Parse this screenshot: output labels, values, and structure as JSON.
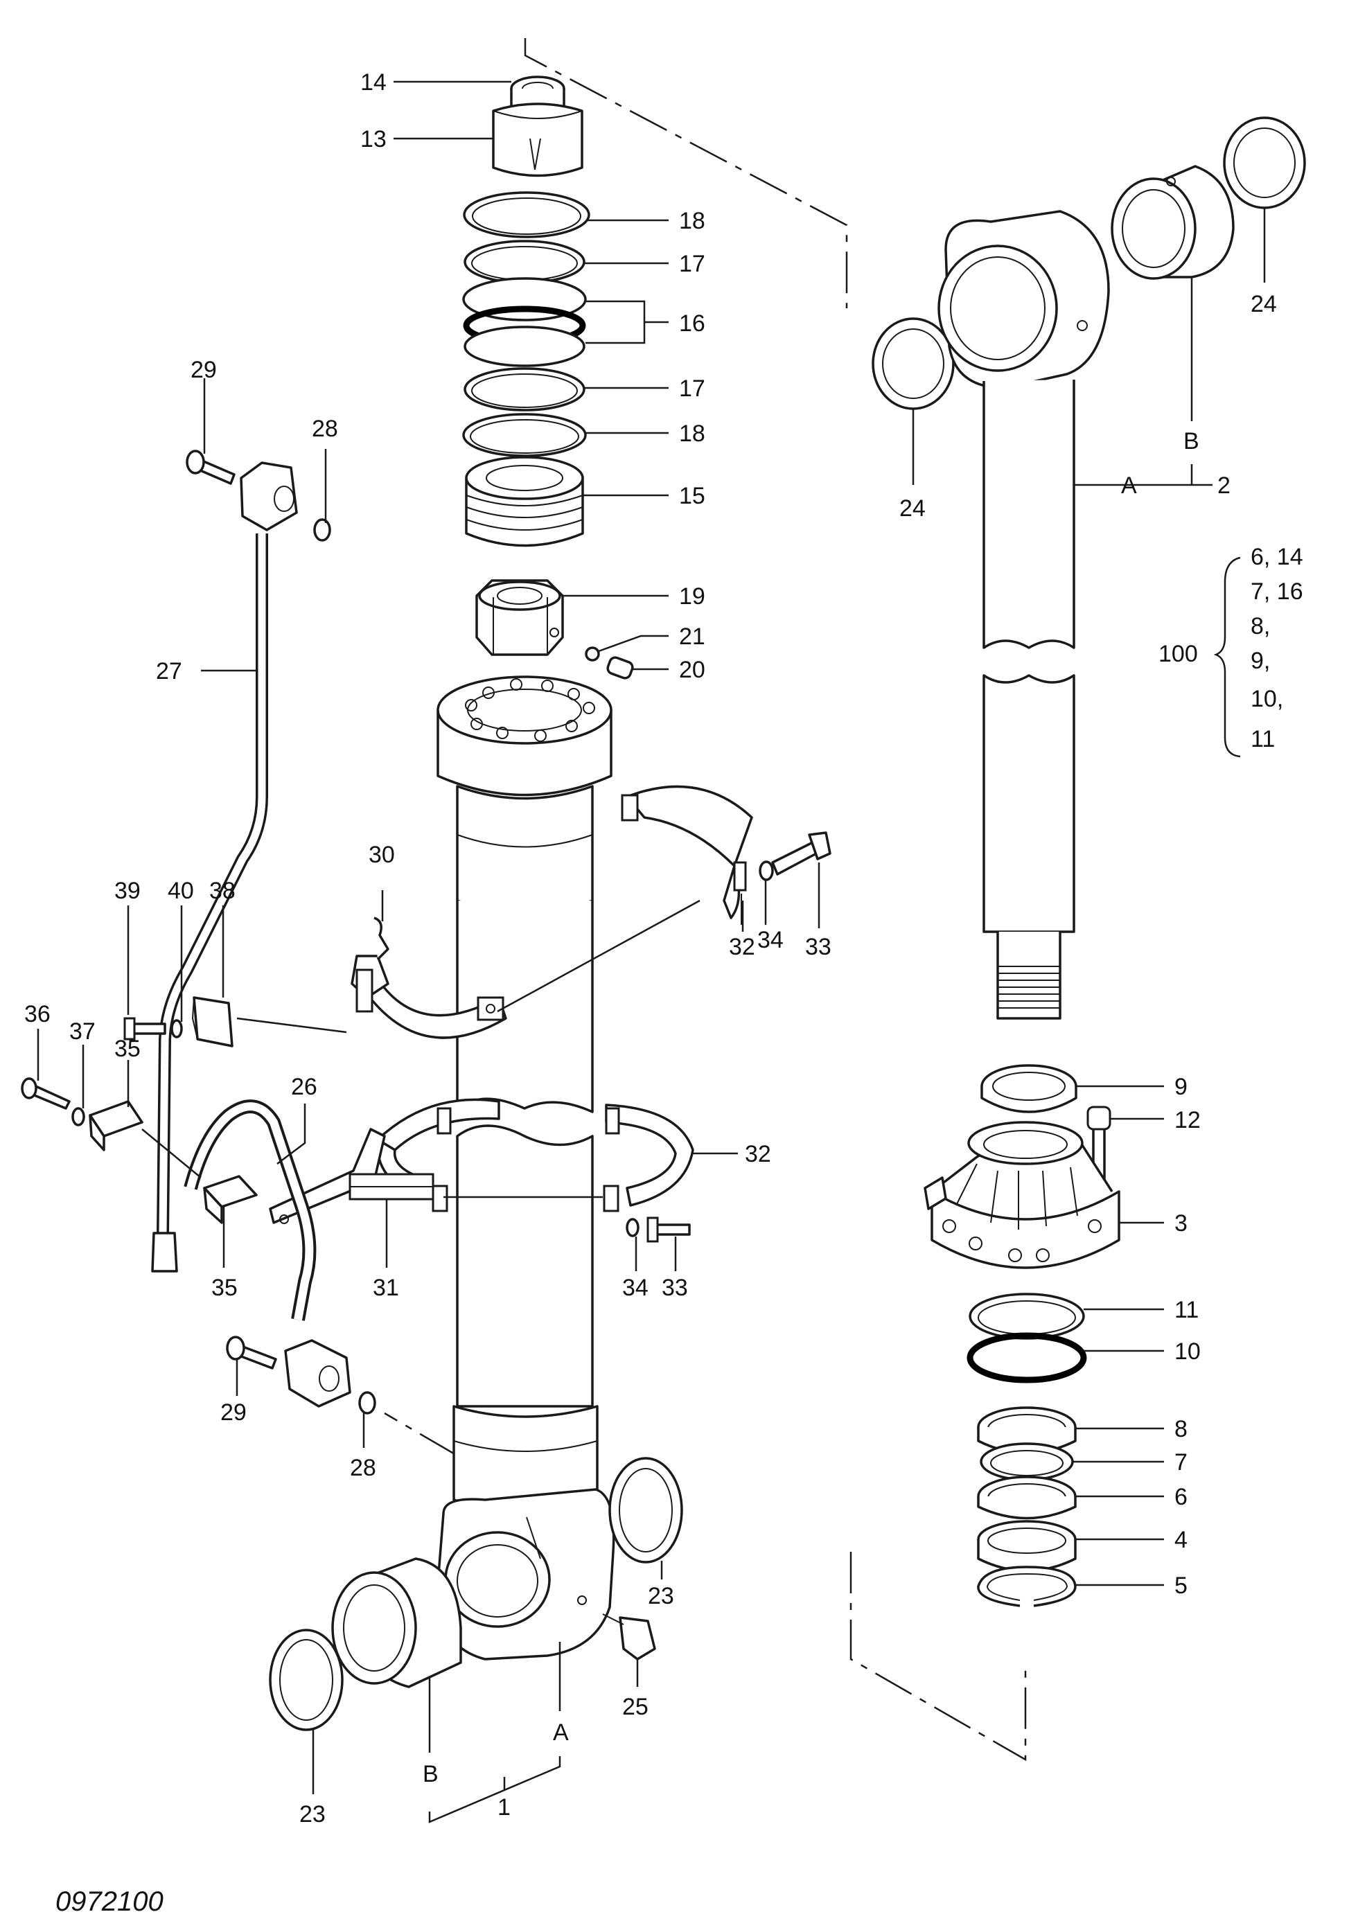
{
  "diagram": {
    "code": "0972100",
    "labels": {
      "n1": "1",
      "n2": "2",
      "n3": "3",
      "n4": "4",
      "n5": "5",
      "n6": "6",
      "n7": "7",
      "n8": "8",
      "n9": "9",
      "n10": "10",
      "n11": "11",
      "n12": "12",
      "n13": "13",
      "n14": "14",
      "n15": "15",
      "n16": "16",
      "n17a": "17",
      "n17b": "17",
      "n18a": "18",
      "n18b": "18",
      "n19": "19",
      "n20": "20",
      "n21": "21",
      "n23a": "23",
      "n23b": "23",
      "n24a": "24",
      "n24b": "24",
      "n25": "25",
      "n26": "26",
      "n27": "27",
      "n28a": "28",
      "n28b": "28",
      "n29a": "29",
      "n29b": "29",
      "n30": "30",
      "n31": "31",
      "n32a": "32",
      "n32b": "32",
      "n33a": "33",
      "n33b": "33",
      "n34a": "34",
      "n34b": "34",
      "n35a": "35",
      "n35b": "35",
      "n36": "36",
      "n37": "37",
      "n38": "38",
      "n39": "39",
      "n40": "40",
      "A_top": "A",
      "B_top": "B",
      "A_bottom": "A",
      "B_bottom": "B"
    },
    "kit": {
      "number": "100",
      "items": [
        "6, 14",
        "7, 16",
        "8,",
        "9,",
        "10,",
        "11"
      ]
    }
  }
}
